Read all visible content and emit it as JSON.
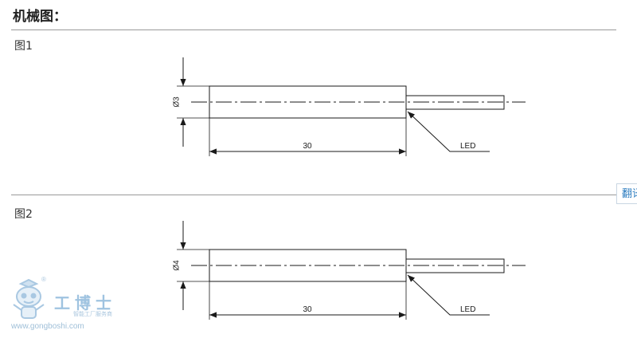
{
  "page": {
    "heading": "机械图：",
    "tab_label": "翻译"
  },
  "figures": [
    {
      "label": "图1",
      "diameter_label": "Ø3",
      "length_label": "30",
      "led_label": "LED"
    },
    {
      "label": "图2",
      "diameter_label": "Ø4",
      "length_label": "30",
      "led_label": "LED"
    }
  ],
  "watermark": {
    "name": "工博士",
    "tagline": "智能工厂服务商",
    "url": "www.gongboshi.com",
    "reg_mark": "®"
  },
  "colors": {
    "line": "#1a1a1a",
    "rule": "#9a9a9a",
    "watermark": "#9fc3e0",
    "tab_text": "#2a7bbf"
  }
}
